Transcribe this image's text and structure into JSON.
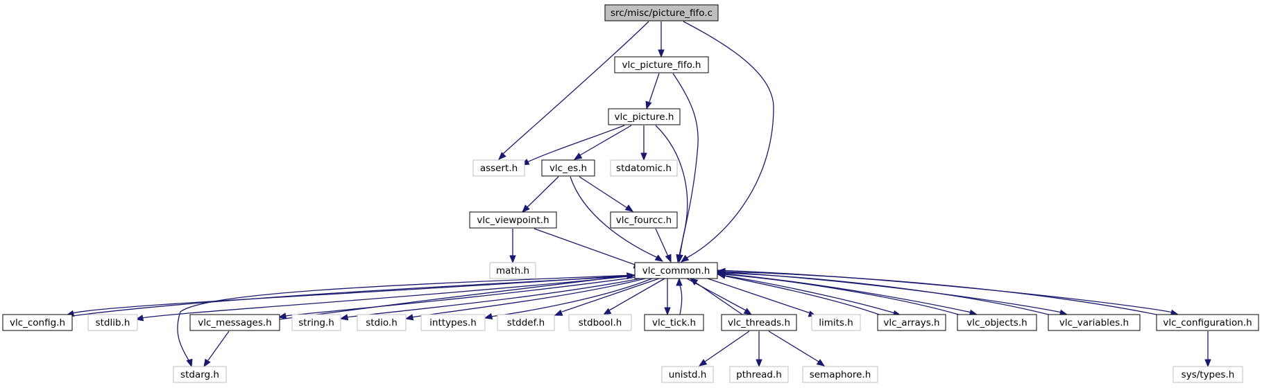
{
  "colors": {
    "edge": "#191970",
    "root_fill": "#bfbfbf",
    "internal_border": "#000000",
    "external_border": "#bfbfbf",
    "background": "#ffffff"
  },
  "nodes": {
    "root": "src/misc/picture_fifo.c",
    "vlc_picture_fifo_h": "vlc_picture_fifo.h",
    "vlc_picture_h": "vlc_picture.h",
    "assert_h": "assert.h",
    "vlc_es_h": "vlc_es.h",
    "stdatomic_h": "stdatomic.h",
    "vlc_viewpoint_h": "vlc_viewpoint.h",
    "vlc_fourcc_h": "vlc_fourcc.h",
    "math_h": "math.h",
    "vlc_common_h": "vlc_common.h",
    "vlc_config_h": "vlc_config.h",
    "stdlib_h": "stdlib.h",
    "vlc_messages_h": "vlc_messages.h",
    "string_h": "string.h",
    "stdio_h": "stdio.h",
    "inttypes_h": "inttypes.h",
    "stddef_h": "stddef.h",
    "stdbool_h": "stdbool.h",
    "vlc_tick_h": "vlc_tick.h",
    "vlc_threads_h": "vlc_threads.h",
    "limits_h": "limits.h",
    "vlc_arrays_h": "vlc_arrays.h",
    "vlc_objects_h": "vlc_objects.h",
    "vlc_variables_h": "vlc_variables.h",
    "vlc_configuration_h": "vlc_configuration.h",
    "stdarg_h": "stdarg.h",
    "unistd_h": "unistd.h",
    "pthread_h": "pthread.h",
    "semaphore_h": "semaphore.h",
    "sys_types_h": "sys/types.h"
  }
}
